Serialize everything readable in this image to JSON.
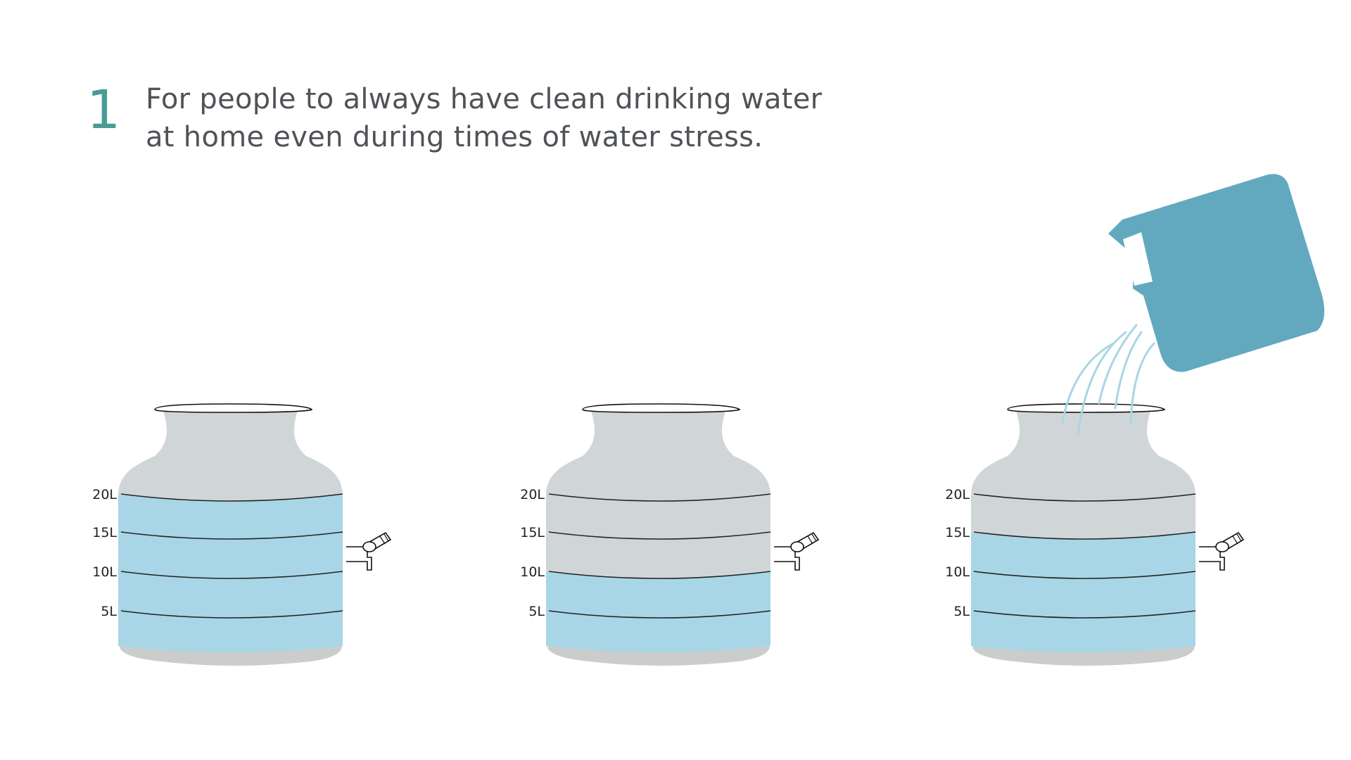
{
  "header": {
    "step_number": "1",
    "line1": "For people to always have clean drinking water",
    "line2": "at home even during times of water stress."
  },
  "levels": [
    "20L",
    "15L",
    "10L",
    "5L"
  ],
  "containers": [
    {
      "id": "full",
      "water_liters": 20
    },
    {
      "id": "half",
      "water_liters": 10
    },
    {
      "id": "refilling",
      "water_liters": 15
    }
  ],
  "colors": {
    "water": "#a8d6e6",
    "tank": "#d0d6d7",
    "base": "#cbcdcd",
    "jug": "#62a9bf",
    "stream": "#a8d6e6",
    "text": "#4f5357",
    "accent": "#4a9b96"
  },
  "icons": [
    "water-tank-icon",
    "tap-icon",
    "jug-icon",
    "water-stream-icon"
  ]
}
